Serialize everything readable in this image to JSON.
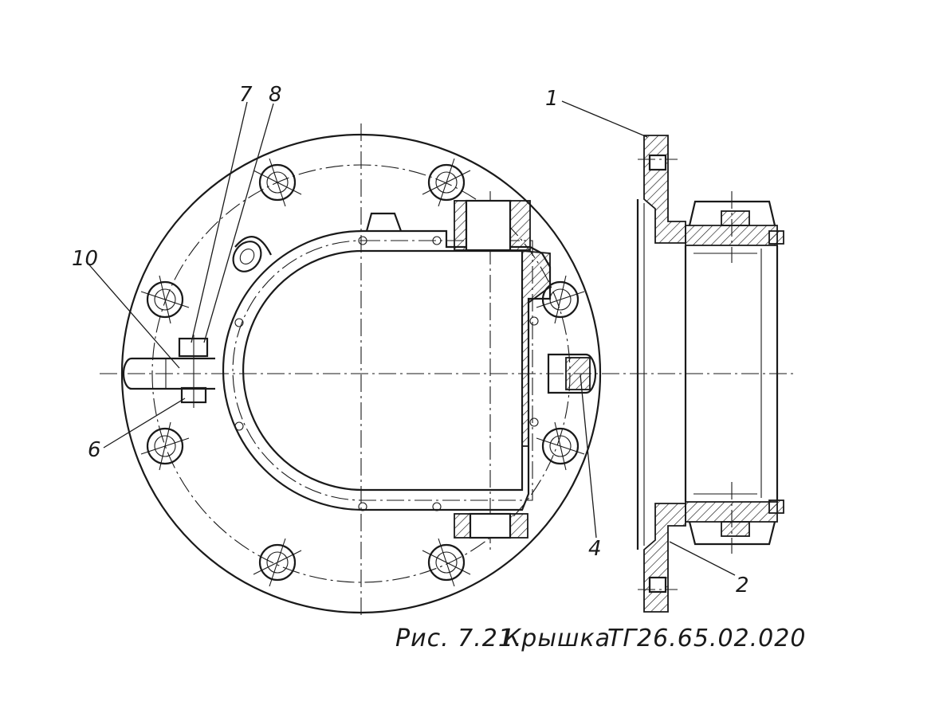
{
  "caption": {
    "figure": "Рис. 7.21.",
    "title": "Крышка",
    "code": "ТГ26.65.02.020"
  },
  "part_labels": {
    "p1": "1",
    "p2": "2",
    "p4": "4",
    "p6": "6",
    "p7": "7",
    "p8": "8",
    "p10": "10"
  }
}
